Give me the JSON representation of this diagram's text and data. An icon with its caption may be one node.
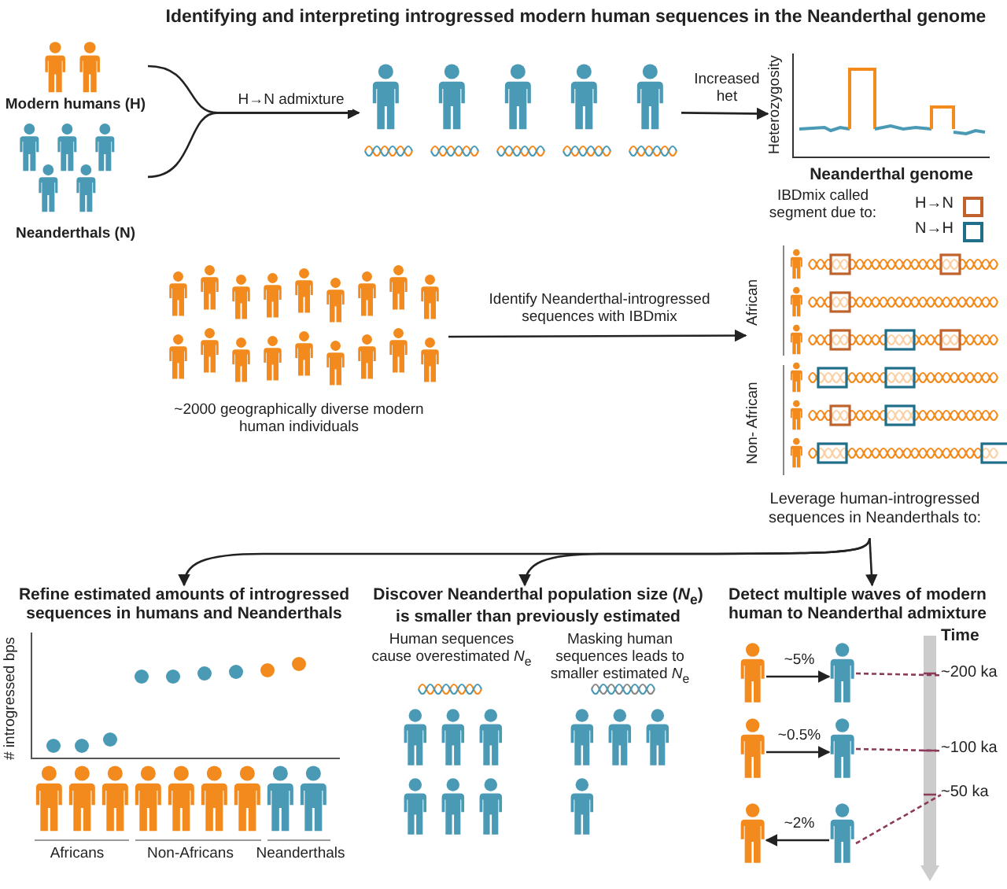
{
  "diagram": {
    "title": "Identifying and interpreting introgressed modern human sequences in the Neanderthal genome",
    "nodes": [
      {
        "text": [
          "Modern humans (H)"
        ]
      },
      {
        "text": [
          "Neanderthals (N)"
        ]
      },
      {
        "text": [],
        "shape": "picture"
      },
      {
        "text": [
          "Heterozygosity",
          "Neanderthal genome"
        ]
      },
      {
        "text": [
          "~2000 geographically diverse modern human individuals"
        ]
      },
      {
        "text": [
          "IBDmix called segment due to:",
          "African",
          "Non- African"
        ],
        "beside": [
          "Leverage human-introgressed sequences in Neanderthals to:"
        ]
      },
      {
        "text": [
          "Refine estimated amounts of introgressed sequences in humans and Neanderthals",
          "# introgressed bps",
          "Africans",
          "Non-Africans",
          "Neanderthals"
        ]
      },
      {
        "text": [
          "Discover Neanderthal population size (*N*$_{e}$) is smaller than previously estimated",
          "Human sequences cause overestimated *N*$_{e}$",
          "Masking human sequences leads to smaller estimated *N*$_{e}$"
        ]
      },
      {
        "text": [
          "Detect multiple waves of modern human to Neanderthal admixture",
          "Time"
        ]
      },
      {
        "text": [],
        "shape": "person"
      },
      {
        "text": [],
        "shape": "person"
      },
      {
        "text": [],
        "shape": "person"
      },
      {
        "text": [],
        "shape": "person"
      },
      {
        "text": [],
        "shape": "person"
      },
      {
        "text": [],
        "shape": "person"
      },
      {
        "text": [
          "~200 ka"
        ]
      },
      {
        "text": [
          "~100 ka"
        ]
      },
      {
        "text": [
          "~50 ka"
        ]
      }
    ],
    "edges": [
      {
        "from": 0,
        "to": 2,
        "arrow": "to",
        "label": "H→N admixture"
      },
      {
        "from": 1,
        "to": 2,
        "arrow": "to"
      },
      {
        "from": 2,
        "to": 3,
        "arrow": "to",
        "label": "Increased het"
      },
      {
        "from": 4,
        "to": 5,
        "arrow": "to",
        "label": "Identify Neanderthal-introgressed sequences with IBDmix"
      },
      {
        "from": 5,
        "to": 6,
        "arrow": "to"
      },
      {
        "from": 5,
        "to": 7,
        "arrow": "to"
      },
      {
        "from": 5,
        "to": 8,
        "arrow": "to"
      },
      {
        "from": 9,
        "to": 10,
        "arrow": "to",
        "label": "~5%"
      },
      {
        "from": 11,
        "to": 12,
        "arrow": "to",
        "label": "~0.5%"
      },
      {
        "from": 14,
        "to": 13,
        "arrow": "to",
        "label": "~2%"
      },
      {
        "from": 10,
        "to": 15,
        "arrow": "none",
        "style": "dashed",
        "color": "#8b3a5a"
      },
      {
        "from": 12,
        "to": 16,
        "arrow": "none",
        "style": "dashed",
        "color": "#8b3a5a"
      },
      {
        "from": 14,
        "to": 17,
        "arrow": "none",
        "style": "dashed",
        "color": "#8b3a5a"
      }
    ],
    "legend": [
      {
        "text": "H→N",
        "color": "#c0622b"
      },
      {
        "text": "N→H",
        "color": "#1f6f8b"
      }
    ]
  }
}
